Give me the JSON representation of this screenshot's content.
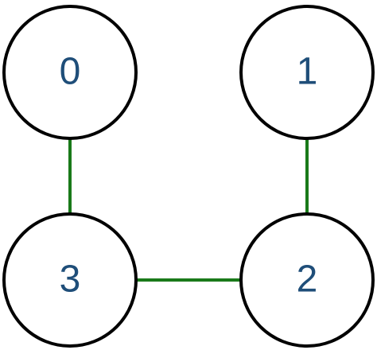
{
  "graph": {
    "nodes": [
      {
        "id": "node-0",
        "label": "0"
      },
      {
        "id": "node-1",
        "label": "1"
      },
      {
        "id": "node-2",
        "label": "2"
      },
      {
        "id": "node-3",
        "label": "3"
      }
    ],
    "edges": [
      {
        "from": "0",
        "to": "3"
      },
      {
        "from": "1",
        "to": "2"
      },
      {
        "from": "3",
        "to": "2"
      }
    ],
    "colors": {
      "node_fill": "#ffffff",
      "node_stroke": "#000000",
      "label": "#1f4e79",
      "edge": "#1a7a1a"
    }
  }
}
